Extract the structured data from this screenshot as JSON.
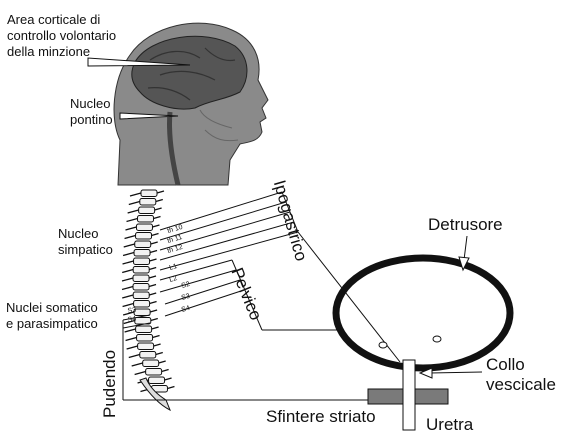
{
  "labels": {
    "cortex": "Area corticale di\ncontrollo volontario\ndella minzione",
    "pontine": "Nucleo\npontino",
    "sympathetic": "Nucleo\nsimpatico",
    "somatic_parasym": "Nuclei somatico\ne parasimpatico",
    "pudendo": "Pudendo",
    "ipogastrico": "Ipogastrico",
    "pelvico": "Pelvico",
    "detrusore": "Detrusore",
    "collo": "Collo\nvescicale",
    "sfintere": "Sfintere striato",
    "uretra": "Uretra"
  },
  "segments": {
    "thoracic": [
      "th 10",
      "th 11",
      "th 12"
    ],
    "lumbar": [
      "L1",
      "L2"
    ],
    "sacral_right": [
      "S2",
      "S3",
      "S4"
    ],
    "sacral_left": [
      "S3",
      "S4"
    ]
  },
  "colors": {
    "ink": "#111111",
    "head": "#8a8a8a",
    "brain": "#555555",
    "sphincter": "#7a7a7a"
  }
}
